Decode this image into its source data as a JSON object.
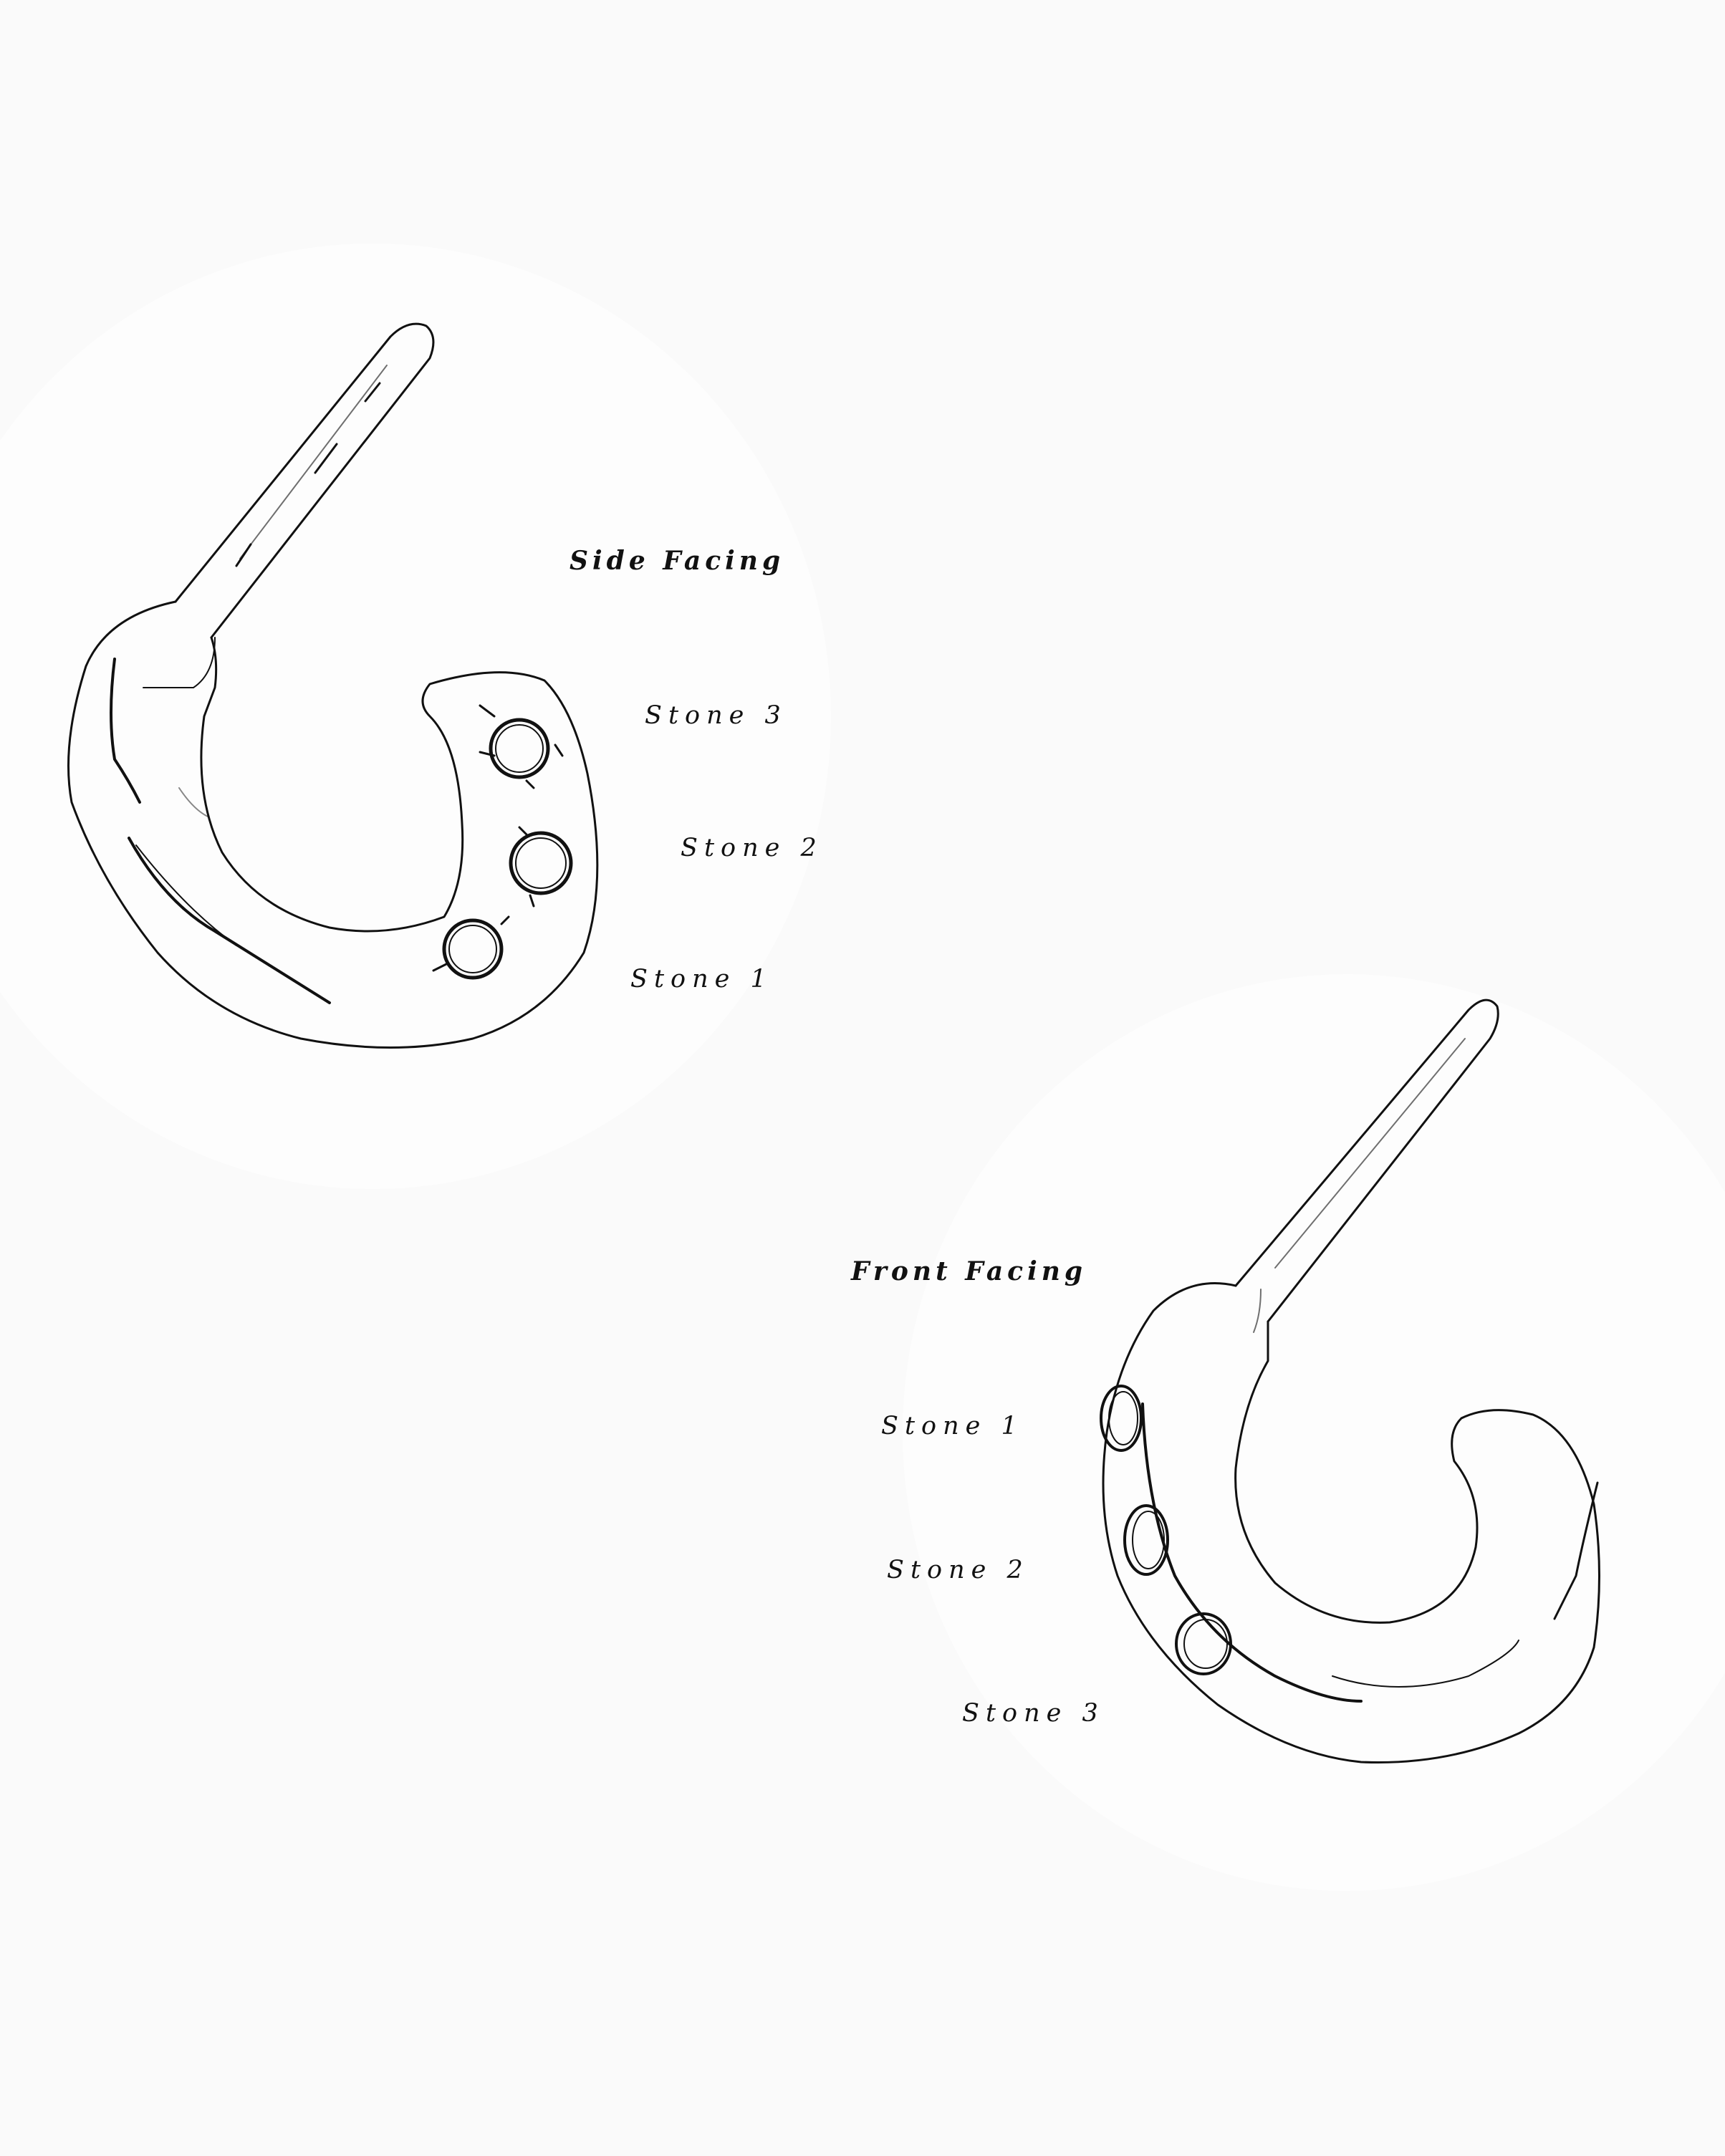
{
  "side_view": {
    "heading": "Side Facing",
    "stone_labels": [
      "Stone 3",
      "Stone 2",
      "Stone 1"
    ]
  },
  "front_view": {
    "heading": "Front Facing",
    "stone_labels": [
      "Stone 1",
      "Stone 2",
      "Stone 3"
    ]
  }
}
